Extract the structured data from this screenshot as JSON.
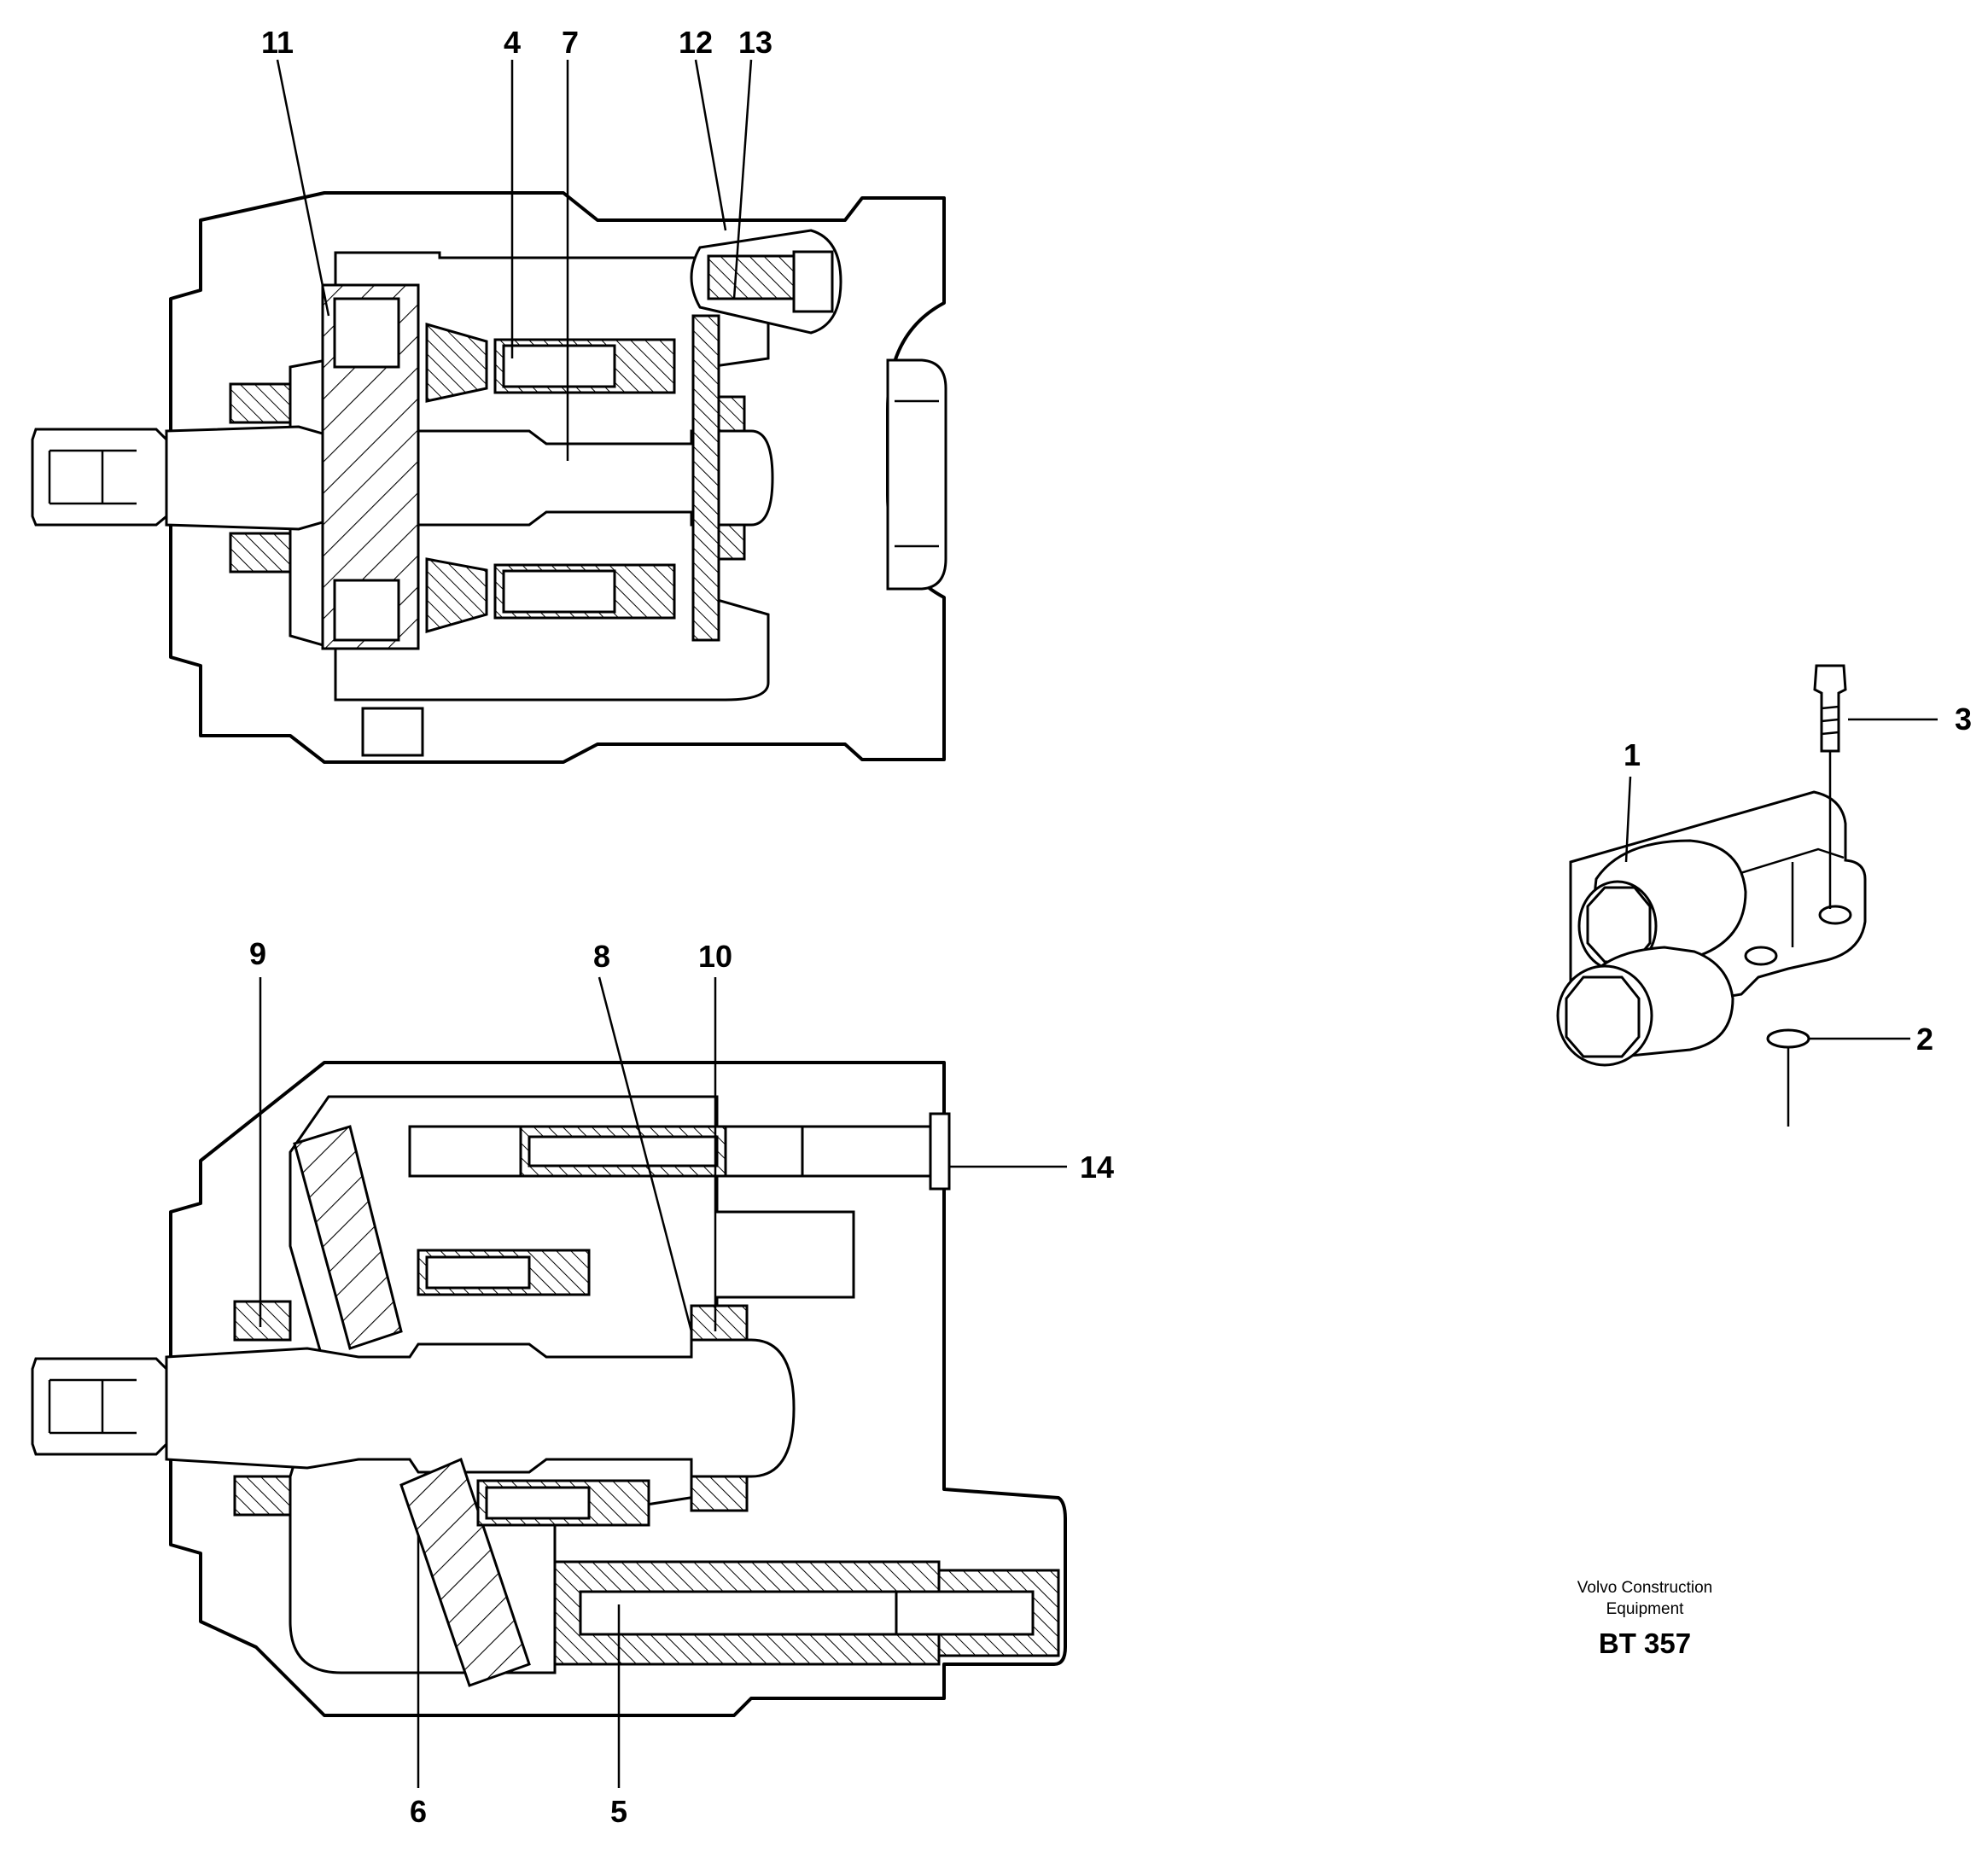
{
  "callouts": {
    "c1": "1",
    "c2": "2",
    "c3": "3",
    "c4": "4",
    "c5": "5",
    "c6": "6",
    "c7": "7",
    "c8": "8",
    "c9": "9",
    "c10": "10",
    "c11": "11",
    "c12": "12",
    "c13": "13",
    "c14": "14"
  },
  "credit": {
    "line1": "Volvo Construction",
    "line2": "Equipment",
    "code": "BT 357"
  },
  "colors": {
    "ink": "#000000",
    "paper": "#ffffff"
  }
}
